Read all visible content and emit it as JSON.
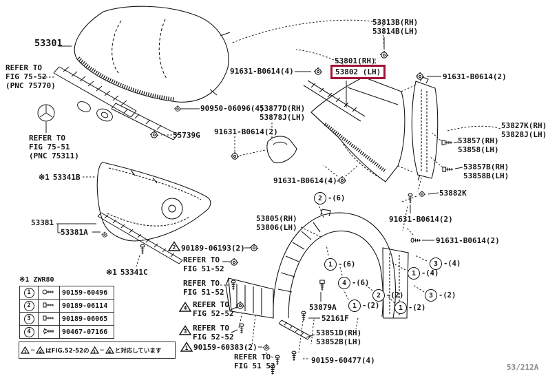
{
  "meta": {
    "figure_code": "53/212A",
    "highlight_color": "#a31237"
  },
  "labels": {
    "hood": "53301",
    "refer_7552": {
      "l1": "REFER TO",
      "l2": "FIG 75-52",
      "l3": "(PNC 75770)"
    },
    "refer_7551": {
      "l1": "REFER TO",
      "l2": "FIG 75-51",
      "l3": "(PNC 75311)"
    },
    "clip_top": "91631-B0614(4)",
    "cushion_rh": "53813B(RH)",
    "cushion_lh": "53814B(LH)",
    "fender_rh": "53801(RH)",
    "fender_lh": "53802 (LH)",
    "clip_topright": "91631-B0614(2)",
    "retainer_90950": "90950-06096(4)",
    "cowl_seal_rh": "53877D(RH)",
    "cowl_seal_lh": "53878J(LH)",
    "clip_left": "91631-B0614(2)",
    "grommet": "55739G",
    "insulator_mark": "※1",
    "insulator": "53341B",
    "hood_seal": "53381",
    "hood_seal_a": "53381A",
    "clip_mark": "※1",
    "clip_53341c": "53341C",
    "liner_rh": "53805(RH)",
    "liner_lh": "53806(LH)",
    "protector_rh": "53827K(RH)",
    "protector_lh": "53828J(LH)",
    "pad_rh": "53857(RH)",
    "pad_lh": "53858(LH)",
    "pad_b_rh": "53857B(RH)",
    "pad_b_lh": "53858B(LH)",
    "shield": "53882K",
    "clip_mid": "91631-B0614(2)",
    "clip_low": "91631-B0614(2)",
    "clip_center": "91631-B0614(4)",
    "clip_06193": "90189-06193(2)",
    "refer_5152a": {
      "l1": "REFER TO",
      "l2": "FIG 51-52"
    },
    "refer_5152b": {
      "l1": "REFER TO",
      "l2": "FIG 51-52"
    },
    "refer_5252a": {
      "l1": "REFER TO",
      "l2": "FIG 52-52"
    },
    "refer_5252b": {
      "l1": "REFER TO",
      "l2": "FIG 52-52"
    },
    "screw_60383": "90159-60383(2)",
    "refer_5152c": {
      "l1": "REFER TO",
      "l2": "FIG 51 52"
    },
    "screw_60477": "90159-60477(4)",
    "apron_seal": "53879A",
    "screw_52161f": "52161F",
    "mudguard_rh": "53851D(RH)",
    "mudguard_lh": "53852B(LH)"
  },
  "tri_markers": {
    "m06193": "2",
    "m5252a": "4",
    "m5252b": "3",
    "m60383": "1"
  },
  "callouts": [
    {
      "num": "2",
      "count": "-(6)"
    },
    {
      "num": "1",
      "count": "-(6)"
    },
    {
      "num": "4",
      "count": "-(6)"
    },
    {
      "num": "1",
      "count": "-(4)"
    },
    {
      "num": "3",
      "count": "-(4)"
    },
    {
      "num": "1",
      "count": "-(2)"
    },
    {
      "num": "2",
      "count": "-(2)"
    },
    {
      "num": "1",
      "count": "-(2)"
    },
    {
      "num": "3",
      "count": "-(2)"
    }
  ],
  "fastener_table": {
    "variant": "※1 ZWR80",
    "rows": [
      {
        "no": "1",
        "part": "90159-60496"
      },
      {
        "no": "2",
        "part": "90189-06114"
      },
      {
        "no": "3",
        "part": "90189-06065"
      },
      {
        "no": "4",
        "part": "90467-07166"
      }
    ]
  },
  "footnote": {
    "t1": "1",
    "tilde1": "~",
    "t2": "4",
    "mid": "はFIG.52-52の",
    "t3": "1",
    "tilde2": "~",
    "t4": "4",
    "tail": "と対応しています"
  }
}
